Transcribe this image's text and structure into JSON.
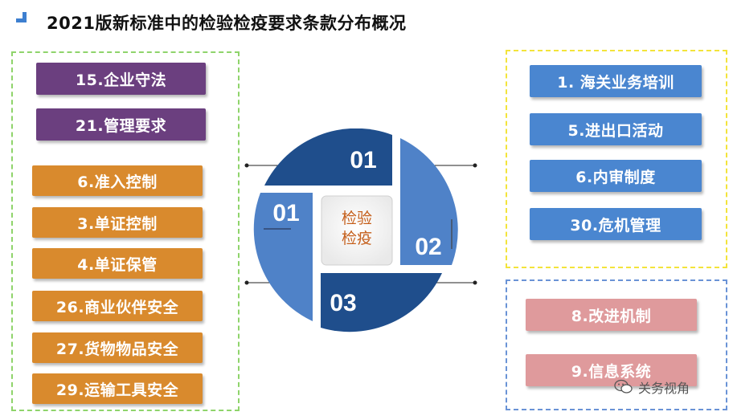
{
  "title": "2021版新标准中的检验检疫要求条款分布概况",
  "left_group": [
    {
      "label": "15.企业守法",
      "color": "#6b3f7f"
    },
    {
      "label": "21.管理要求",
      "color": "#6b3f7f"
    },
    {
      "label": "6.准入控制",
      "color": "#d98a2d"
    },
    {
      "label": "3.单证控制",
      "color": "#d98a2d"
    },
    {
      "label": "4.单证保管",
      "color": "#d98a2d"
    },
    {
      "label": "26.商业伙伴安全",
      "color": "#d98a2d"
    },
    {
      "label": "27.货物物品安全",
      "color": "#d98a2d"
    },
    {
      "label": "29.运输工具安全",
      "color": "#d98a2d"
    }
  ],
  "right_top_group": [
    {
      "label": "1. 海关业务培训",
      "color": "#4a86d0"
    },
    {
      "label": "5.进出口活动",
      "color": "#4a86d0"
    },
    {
      "label": "6.内审制度",
      "color": "#4a86d0"
    },
    {
      "label": "30.危机管理",
      "color": "#4a86d0"
    }
  ],
  "right_bottom_group": [
    {
      "label": "8.改进机制",
      "color": "#df9a9c"
    },
    {
      "label": "9.信息系统",
      "color": "#df9a9c"
    }
  ],
  "center": {
    "line1": "检验",
    "line2": "检疫",
    "segments": [
      {
        "label": "01",
        "color": "#1f4e8c"
      },
      {
        "label": "02",
        "color": "#4f82c8"
      },
      {
        "label": "03",
        "color": "#1f4e8c"
      },
      {
        "label": "01",
        "color": "#4f82c8"
      }
    ]
  },
  "watermark": "关务视角"
}
